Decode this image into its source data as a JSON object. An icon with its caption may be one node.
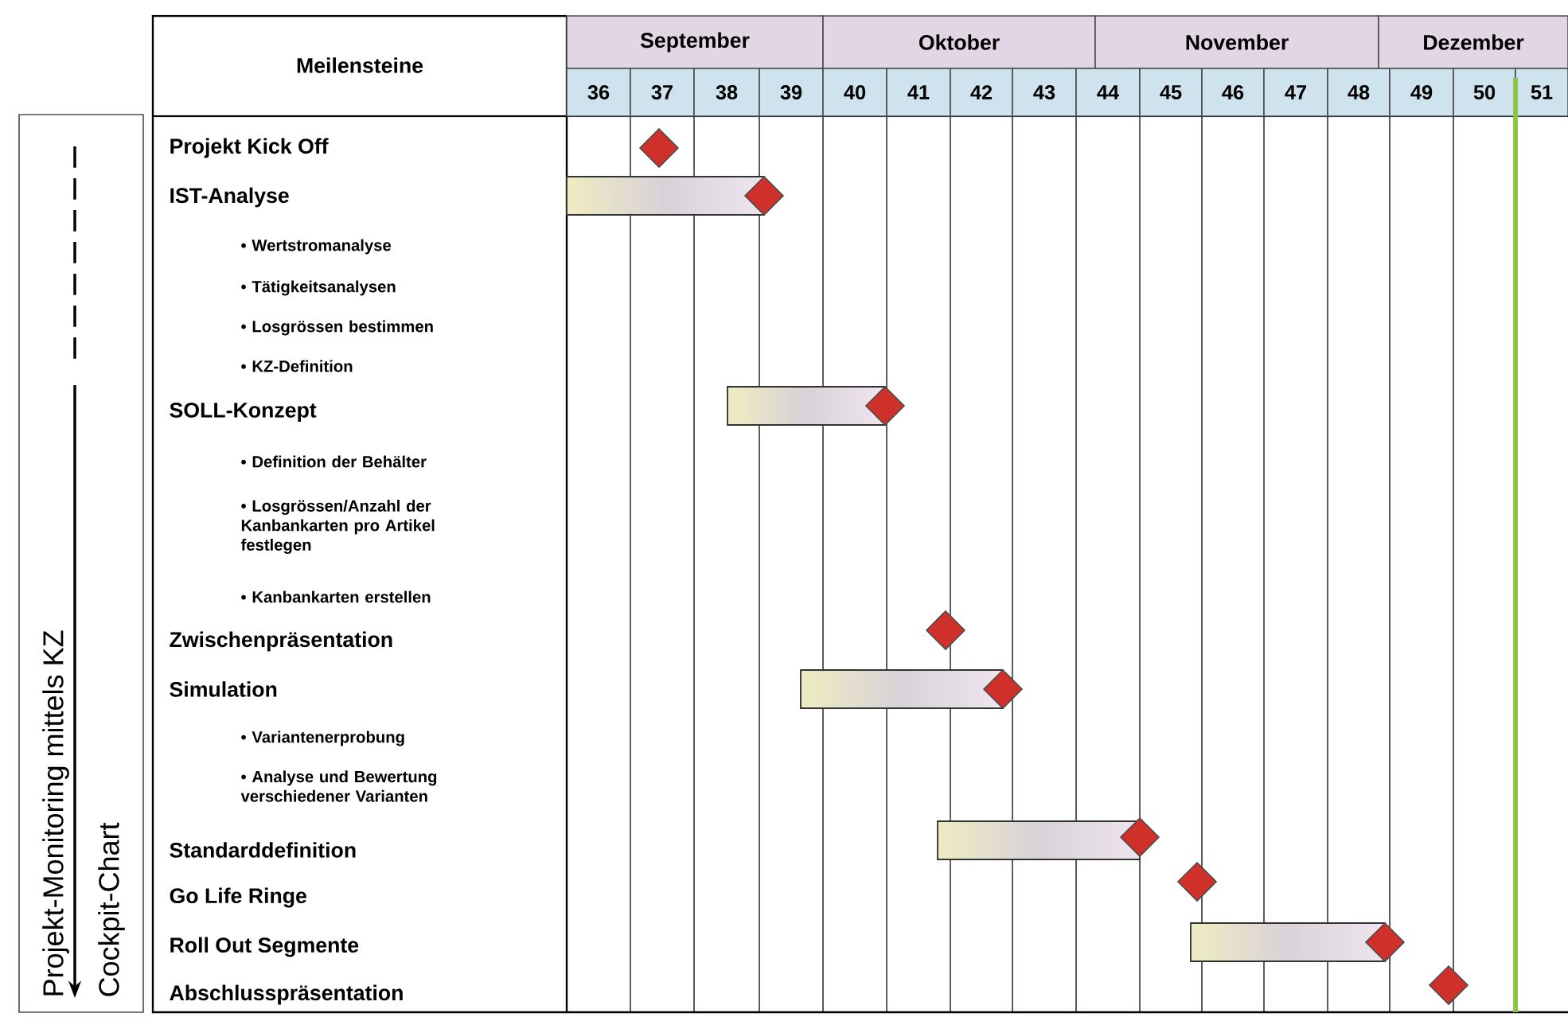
{
  "diagram": {
    "labels": [
      "Meilensteine",
      "September",
      "Oktober",
      "November",
      "Dezember",
      "36",
      "37",
      "38",
      "39",
      "40",
      "41",
      "42",
      "43",
      "44",
      "45",
      "46",
      "47",
      "48",
      "49",
      "50",
      "51",
      "Projekt Kick Off",
      "IST-Analyse",
      "• Wertstromanalyse",
      "• Tätigkeitsanalysen",
      "• Losgrössen bestimmen",
      "• KZ-Definition",
      "SOLL-Konzept",
      "• Definition der Behälter",
      "• Losgrössen/Anzahl der Kanbankarten pro Artikel festlegen",
      "• Kanbankarten erstellen",
      "Zwischenpräsentation",
      "Simulation",
      "• Variantenerprobung",
      "• Analyse und Bewertung verschiedener Varianten",
      "Standarddefinition",
      "Go Life Ringe",
      "Roll Out Segmente",
      "Abschlusspräsentation",
      "Projekt-Monitoring mittels KZ",
      "Cockpit-Chart"
    ]
  }
}
